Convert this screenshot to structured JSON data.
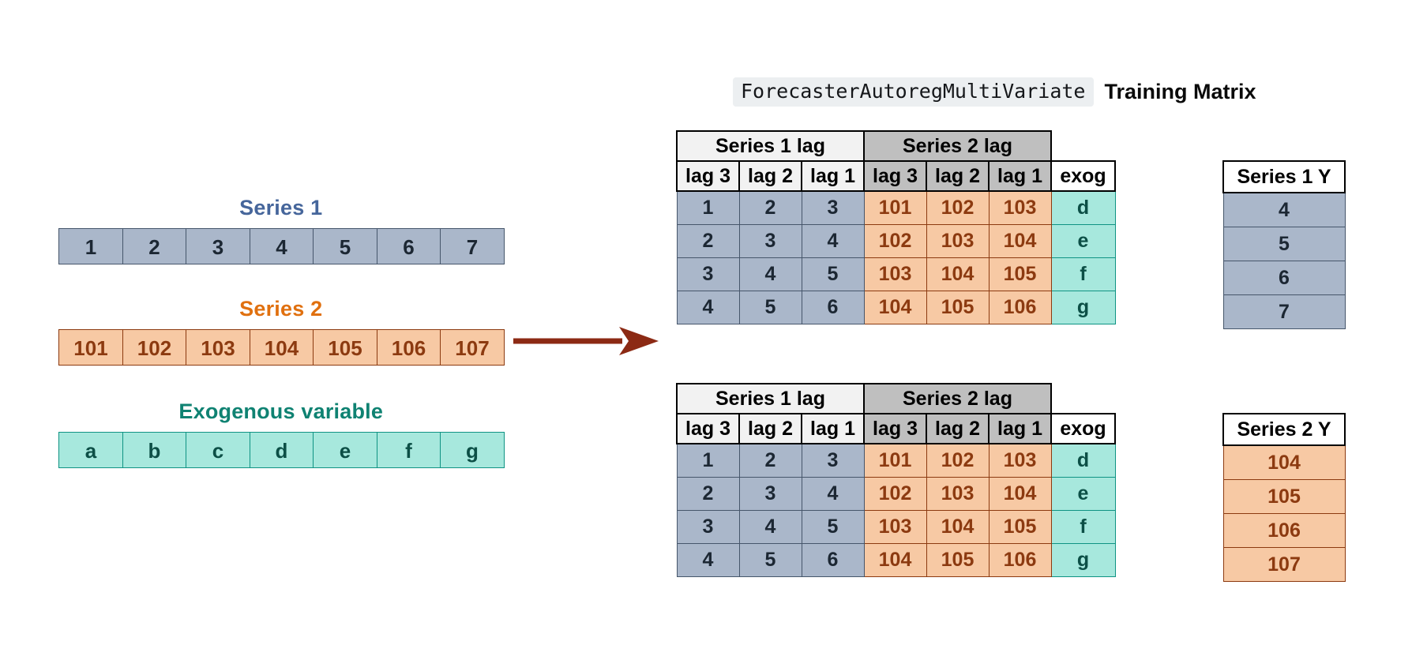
{
  "heading": {
    "code_chip": "ForecasterAutoregMultiVariate",
    "text": "Training Matrix"
  },
  "colors": {
    "series1_fill": "#aab7ca",
    "series1_border": "#46566b",
    "series1_title": "#46669b",
    "series2_fill": "#f7c9a4",
    "series2_border": "#8c3a10",
    "series2_title": "#e0700f",
    "exog_fill": "#a7e8dd",
    "exog_border": "#0f9383",
    "exog_title": "#0f8272",
    "group_header_s1": "#f2f2f2",
    "group_header_s2": "#bfbfbf",
    "arrow": "#8c2a14"
  },
  "sources": [
    {
      "title": "Series 1",
      "values": [
        "1",
        "2",
        "3",
        "4",
        "5",
        "6",
        "7"
      ]
    },
    {
      "title": "Series 2",
      "values": [
        "101",
        "102",
        "103",
        "104",
        "105",
        "106",
        "107"
      ]
    },
    {
      "title": "Exogenous variable",
      "values": [
        "a",
        "b",
        "c",
        "d",
        "e",
        "f",
        "g"
      ]
    }
  ],
  "matrix_headers": {
    "group_series1": "Series 1 lag",
    "group_series2": "Series 2 lag",
    "sub_series1": [
      "lag 3",
      "lag 2",
      "lag 1"
    ],
    "sub_series2": [
      "lag 3",
      "lag 2",
      "lag 1"
    ],
    "exog": "exog"
  },
  "matrices": [
    {
      "x_rows": [
        {
          "series1": [
            "1",
            "2",
            "3"
          ],
          "series2": [
            "101",
            "102",
            "103"
          ],
          "exog": "d"
        },
        {
          "series1": [
            "2",
            "3",
            "4"
          ],
          "series2": [
            "102",
            "103",
            "104"
          ],
          "exog": "e"
        },
        {
          "series1": [
            "3",
            "4",
            "5"
          ],
          "series2": [
            "103",
            "104",
            "105"
          ],
          "exog": "f"
        },
        {
          "series1": [
            "4",
            "5",
            "6"
          ],
          "series2": [
            "104",
            "105",
            "106"
          ],
          "exog": "g"
        }
      ],
      "y_header": "Series 1 Y",
      "y_values": [
        "4",
        "5",
        "6",
        "7"
      ],
      "y_style": "blue"
    },
    {
      "x_rows": [
        {
          "series1": [
            "1",
            "2",
            "3"
          ],
          "series2": [
            "101",
            "102",
            "103"
          ],
          "exog": "d"
        },
        {
          "series1": [
            "2",
            "3",
            "4"
          ],
          "series2": [
            "102",
            "103",
            "104"
          ],
          "exog": "e"
        },
        {
          "series1": [
            "3",
            "4",
            "5"
          ],
          "series2": [
            "103",
            "104",
            "105"
          ],
          "exog": "f"
        },
        {
          "series1": [
            "4",
            "5",
            "6"
          ],
          "series2": [
            "104",
            "105",
            "106"
          ],
          "exog": "g"
        }
      ],
      "y_header": "Series 2 Y",
      "y_values": [
        "104",
        "105",
        "106",
        "107"
      ],
      "y_style": "orange"
    }
  ]
}
